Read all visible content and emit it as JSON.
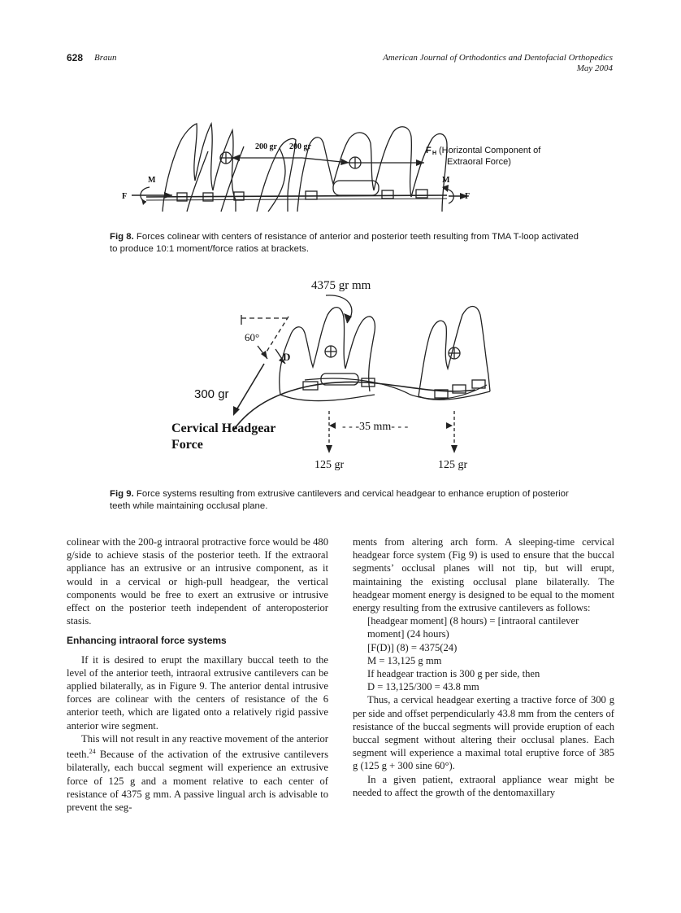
{
  "header": {
    "page_number": "628",
    "author": "Braun",
    "journal": "American Journal of Orthodontics and Dentofacial Orthopedics",
    "date": "May 2004"
  },
  "fig8": {
    "label_200_left": "200 gr",
    "label_200_right": "200 gr",
    "label_fh": "F",
    "label_fh_sub": "H",
    "label_fh_text": "(Horizontal Component of",
    "label_fh_text2": "Extraoral Force)",
    "label_m_left": "M",
    "label_f_left": "F",
    "label_m_right": "M",
    "label_f_right": "F",
    "caption_label": "Fig 8.",
    "caption_text": "Forces colinear with centers of resistance of anterior and posterior teeth resulting from TMA T-loop activated to produce 10:1 moment/force ratios at brackets."
  },
  "fig9": {
    "moment": "4375 gr mm",
    "angle": "60°",
    "d_label": "D",
    "force": "300 gr",
    "headgear": "Cervical Headgear",
    "headgear2": "Force",
    "distance": "- - -35 mm- - -",
    "force_left": "125 gr",
    "force_right": "125 gr",
    "caption_label": "Fig 9.",
    "caption_text": "Force systems resulting from extrusive cantilevers and cervical headgear to enhance eruption of posterior teeth while maintaining occlusal plane."
  },
  "body_left": {
    "p1": "colinear with the 200-g intraoral protractive force would be 480 g/side to achieve stasis of the posterior teeth. If the extraoral appliance has an extrusive or an intrusive component, as it would in a cervical or high-pull headgear, the vertical components would be free to exert an extrusive or intrusive effect on the posterior teeth independent of anteroposterior stasis.",
    "heading": "Enhancing intraoral force systems",
    "p2": "If it is desired to erupt the maxillary buccal teeth to the level of the anterior teeth, intraoral extrusive cantilevers can be applied bilaterally, as in Figure 9. The anterior dental intrusive forces are colinear with the centers of resistance of the 6 anterior teeth, which are ligated onto a relatively rigid passive anterior wire segment.",
    "p3a": "This will not result in any reactive movement of the anterior teeth.",
    "p3_sup": "24",
    "p3b": " Because of the activation of the extrusive cantilevers bilaterally, each buccal segment will experience an extrusive force of 125 g and a moment relative to each center of resistance of 4375 g mm. A passive lingual arch is advisable to prevent the seg-"
  },
  "body_right": {
    "p1": "ments from altering arch form. A sleeping-time cervical headgear force system (Fig 9) is used to ensure that the buccal segments’ occlusal planes will not tip, but will erupt, maintaining the existing occlusal plane bilaterally. The headgear moment energy is designed to be equal to the moment energy resulting from the extrusive cantilevers as follows:",
    "eq1": "[headgear moment] (8 hours) = [intraoral cantilever moment] (24 hours)",
    "eq2": "[F(D)] (8) = 4375(24)",
    "eq3": "M = 13,125 g mm",
    "eq4": "If headgear traction is 300 g per side, then",
    "eq5": "D = 13,125/300 = 43.8 mm",
    "p2": "Thus, a cervical headgear exerting a tractive force of 300 g per side and offset perpendicularly 43.8 mm from the centers of resistance of the buccal segments will provide eruption of each buccal segment without altering their occlusal planes. Each segment will experience a maximal total eruptive force of 385 g (125 g + 300 sine 60°).",
    "p3": "In a given patient, extraoral appliance wear might be needed to affect the growth of the dentomaxillary"
  }
}
